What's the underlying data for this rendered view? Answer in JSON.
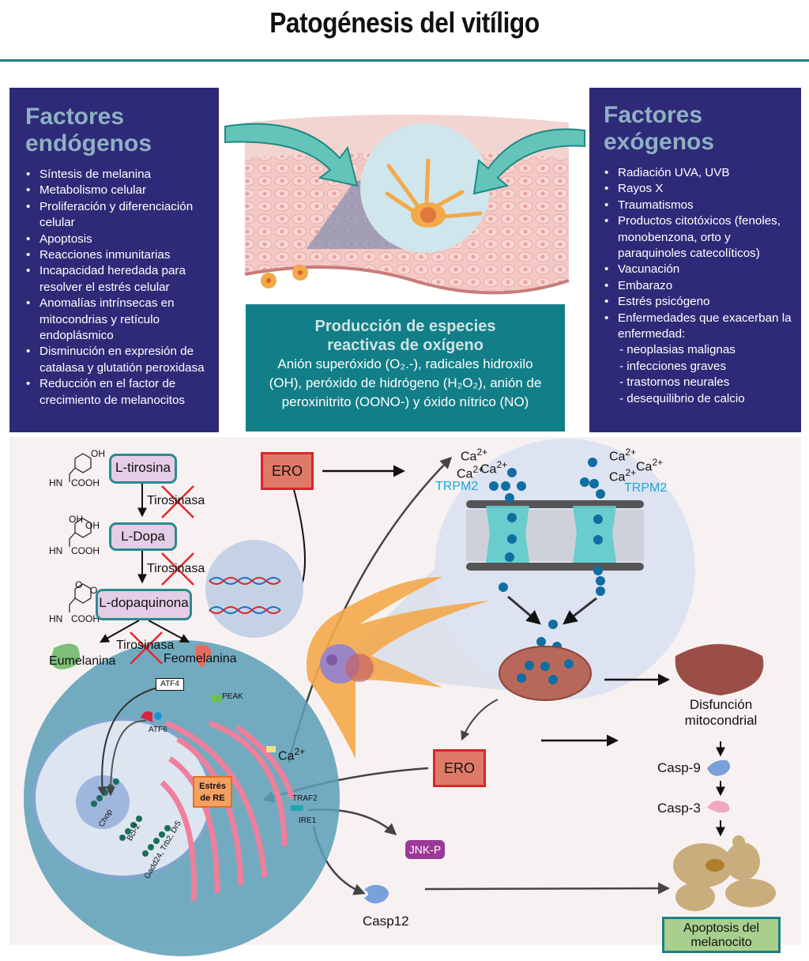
{
  "title": "Patogénesis del vitíligo",
  "endogenous": {
    "heading_line1": "Factores",
    "heading_line2": "endógenos",
    "items": [
      "Síntesis de melanina",
      "Metabolismo celular",
      "Proliferación y diferenciación celular",
      "Apoptosis",
      "Reacciones inmunitarias",
      "Incapacidad heredada para resolver el estrés celular",
      "Anomalías intrínsecas en mitocondrias y retículo endoplásmico",
      "Disminución en expresión de catalasa y glutatión peroxidasa",
      "Reducción en el factor de crecimiento de melanocitos"
    ]
  },
  "exogenous": {
    "heading_line1": "Factores",
    "heading_line2": "exógenos",
    "items": [
      "Radiación UVA, UVB",
      "Rayos X",
      "Traumatismos",
      "Productos citotóxicos (fenoles, monobenzona, orto y paraquinoles catecolíticos)",
      "Vacunación",
      "Embarazo",
      "Estrés psicógeno",
      "Enfermedades que exacerban la enfermedad:"
    ],
    "sub_items": [
      "- neoplasias malignas",
      "- infecciones graves",
      "- trastornos neurales",
      "- desequilibrio de calcio"
    ]
  },
  "ros_box": {
    "heading_line1": "Producción de especies",
    "heading_line2": "reactivas de oxígeno",
    "body_line1": "Anión superóxido (O₂.-), radicales hidroxilo",
    "body_line2": "(OH), peróxido de hidrógeno (H₂O₂), anión de",
    "body_line3": "peroxinitrito (OONO-) y óxido nítrico (NO)"
  },
  "melanin_pathway": {
    "steps": [
      "L-tirosina",
      "L-Dopa",
      "L-dopaquinona"
    ],
    "enzyme": "Tirosinasa",
    "products": [
      "Eumelanina",
      "Feomelanina"
    ],
    "structure_labels": {
      "oh": "OH",
      "o": "O",
      "hn": "HN",
      "cooh": "COOH"
    }
  },
  "ros_label": "ERO",
  "calcium": {
    "ion": "Ca",
    "charge": "2+",
    "channel": "TRPM2"
  },
  "er_stress": {
    "atf4": "ATF4",
    "peak": "PEAK",
    "atf6": "ATF6",
    "stress_line1": "Estrés",
    "stress_line2": "de RE",
    "traf2": "TRAF2",
    "ire1": "IRE1",
    "genes": [
      "Chop",
      "Bcl-2",
      "Gadd24, Trb2, Dr5"
    ],
    "jnk": "JNK-P",
    "casp12": "Casp12"
  },
  "mitochondria": {
    "dysfunction_line1": "Disfunción",
    "dysfunction_line2": "mitocondrial",
    "casp9": "Casp-9",
    "casp3": "Casp-3",
    "apoptosis_line1": "Apoptosis del",
    "apoptosis_line2": "melanocito"
  },
  "colors": {
    "navy": "#2e2a78",
    "teal": "#127e87",
    "rule": "#1f7f8a",
    "ero_fill": "#e07a68",
    "ero_border": "#d9262a",
    "trpm2": "#1aa6d9",
    "jnk": "#9a3a96",
    "apoptosis_fill": "#a8cf8e"
  }
}
